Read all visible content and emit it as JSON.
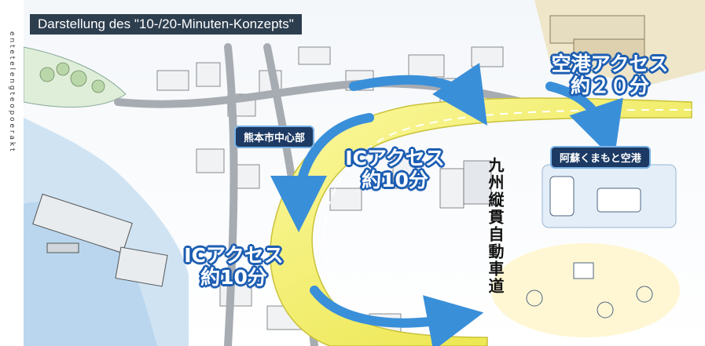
{
  "title": "Darstellung des \"10-/20-Minuten-Konzepts\"",
  "left_strip_text": "e n t e t e l e n g t e o p o e r a k t",
  "labels": {
    "airport_access_line1": "空港アクセス",
    "airport_access_line2": "約２０分",
    "ic_access_center_line1": "ICアクセス",
    "ic_access_center_line2": "約10分",
    "ic_access_lower_line1": "ICアクセス",
    "ic_access_lower_line2": "約10分",
    "kumamoto_center": "熊本市中心部",
    "aso_airport": "阿蘇くまもと空港",
    "expressway": "九州縦貫自動車道"
  },
  "colors": {
    "title_bg": "#2d3e4f",
    "label_blue": "#1e5fb3",
    "highway_yellow": "#f3ef5c",
    "arrow_blue": "#3a8fd9",
    "pill_bg": "#1c3a63",
    "sea": "#cfe3f3"
  }
}
